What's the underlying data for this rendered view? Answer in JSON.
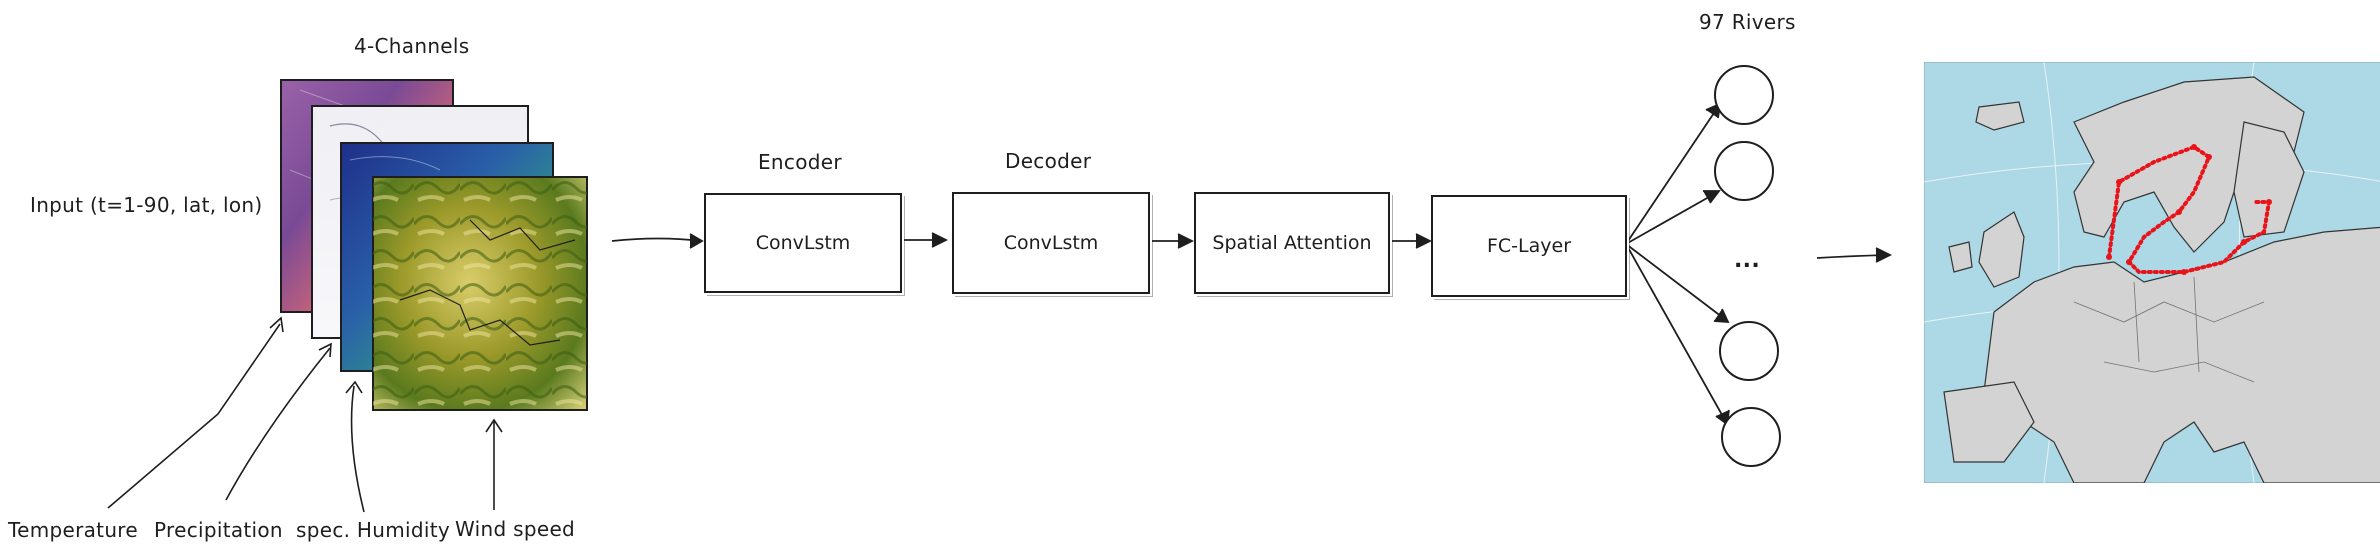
{
  "channels_title": "4-Channels",
  "input_label": "Input (t=1-90, lat, lon)",
  "encoder": {
    "title": "Encoder",
    "block": "ConvLstm"
  },
  "decoder": {
    "title": "Decoder",
    "block": "ConvLstm"
  },
  "attention": {
    "block": "Spatial Attention"
  },
  "fc": {
    "block": "FC-Layer"
  },
  "rivers": {
    "title": "97 Rivers",
    "ellipsis": "..."
  },
  "channel_labels": [
    "Temperature",
    "Precipitation",
    "spec. Humidity",
    "Wind speed"
  ],
  "colors": {
    "stroke": "#1e1e1e",
    "sea": "#add8e6",
    "land": "#d3d3d3",
    "river_points": "#e8141a",
    "wind_field": "#b8a63a"
  },
  "map": {
    "description_icon": "europe-map-with-baltic-river-points"
  }
}
